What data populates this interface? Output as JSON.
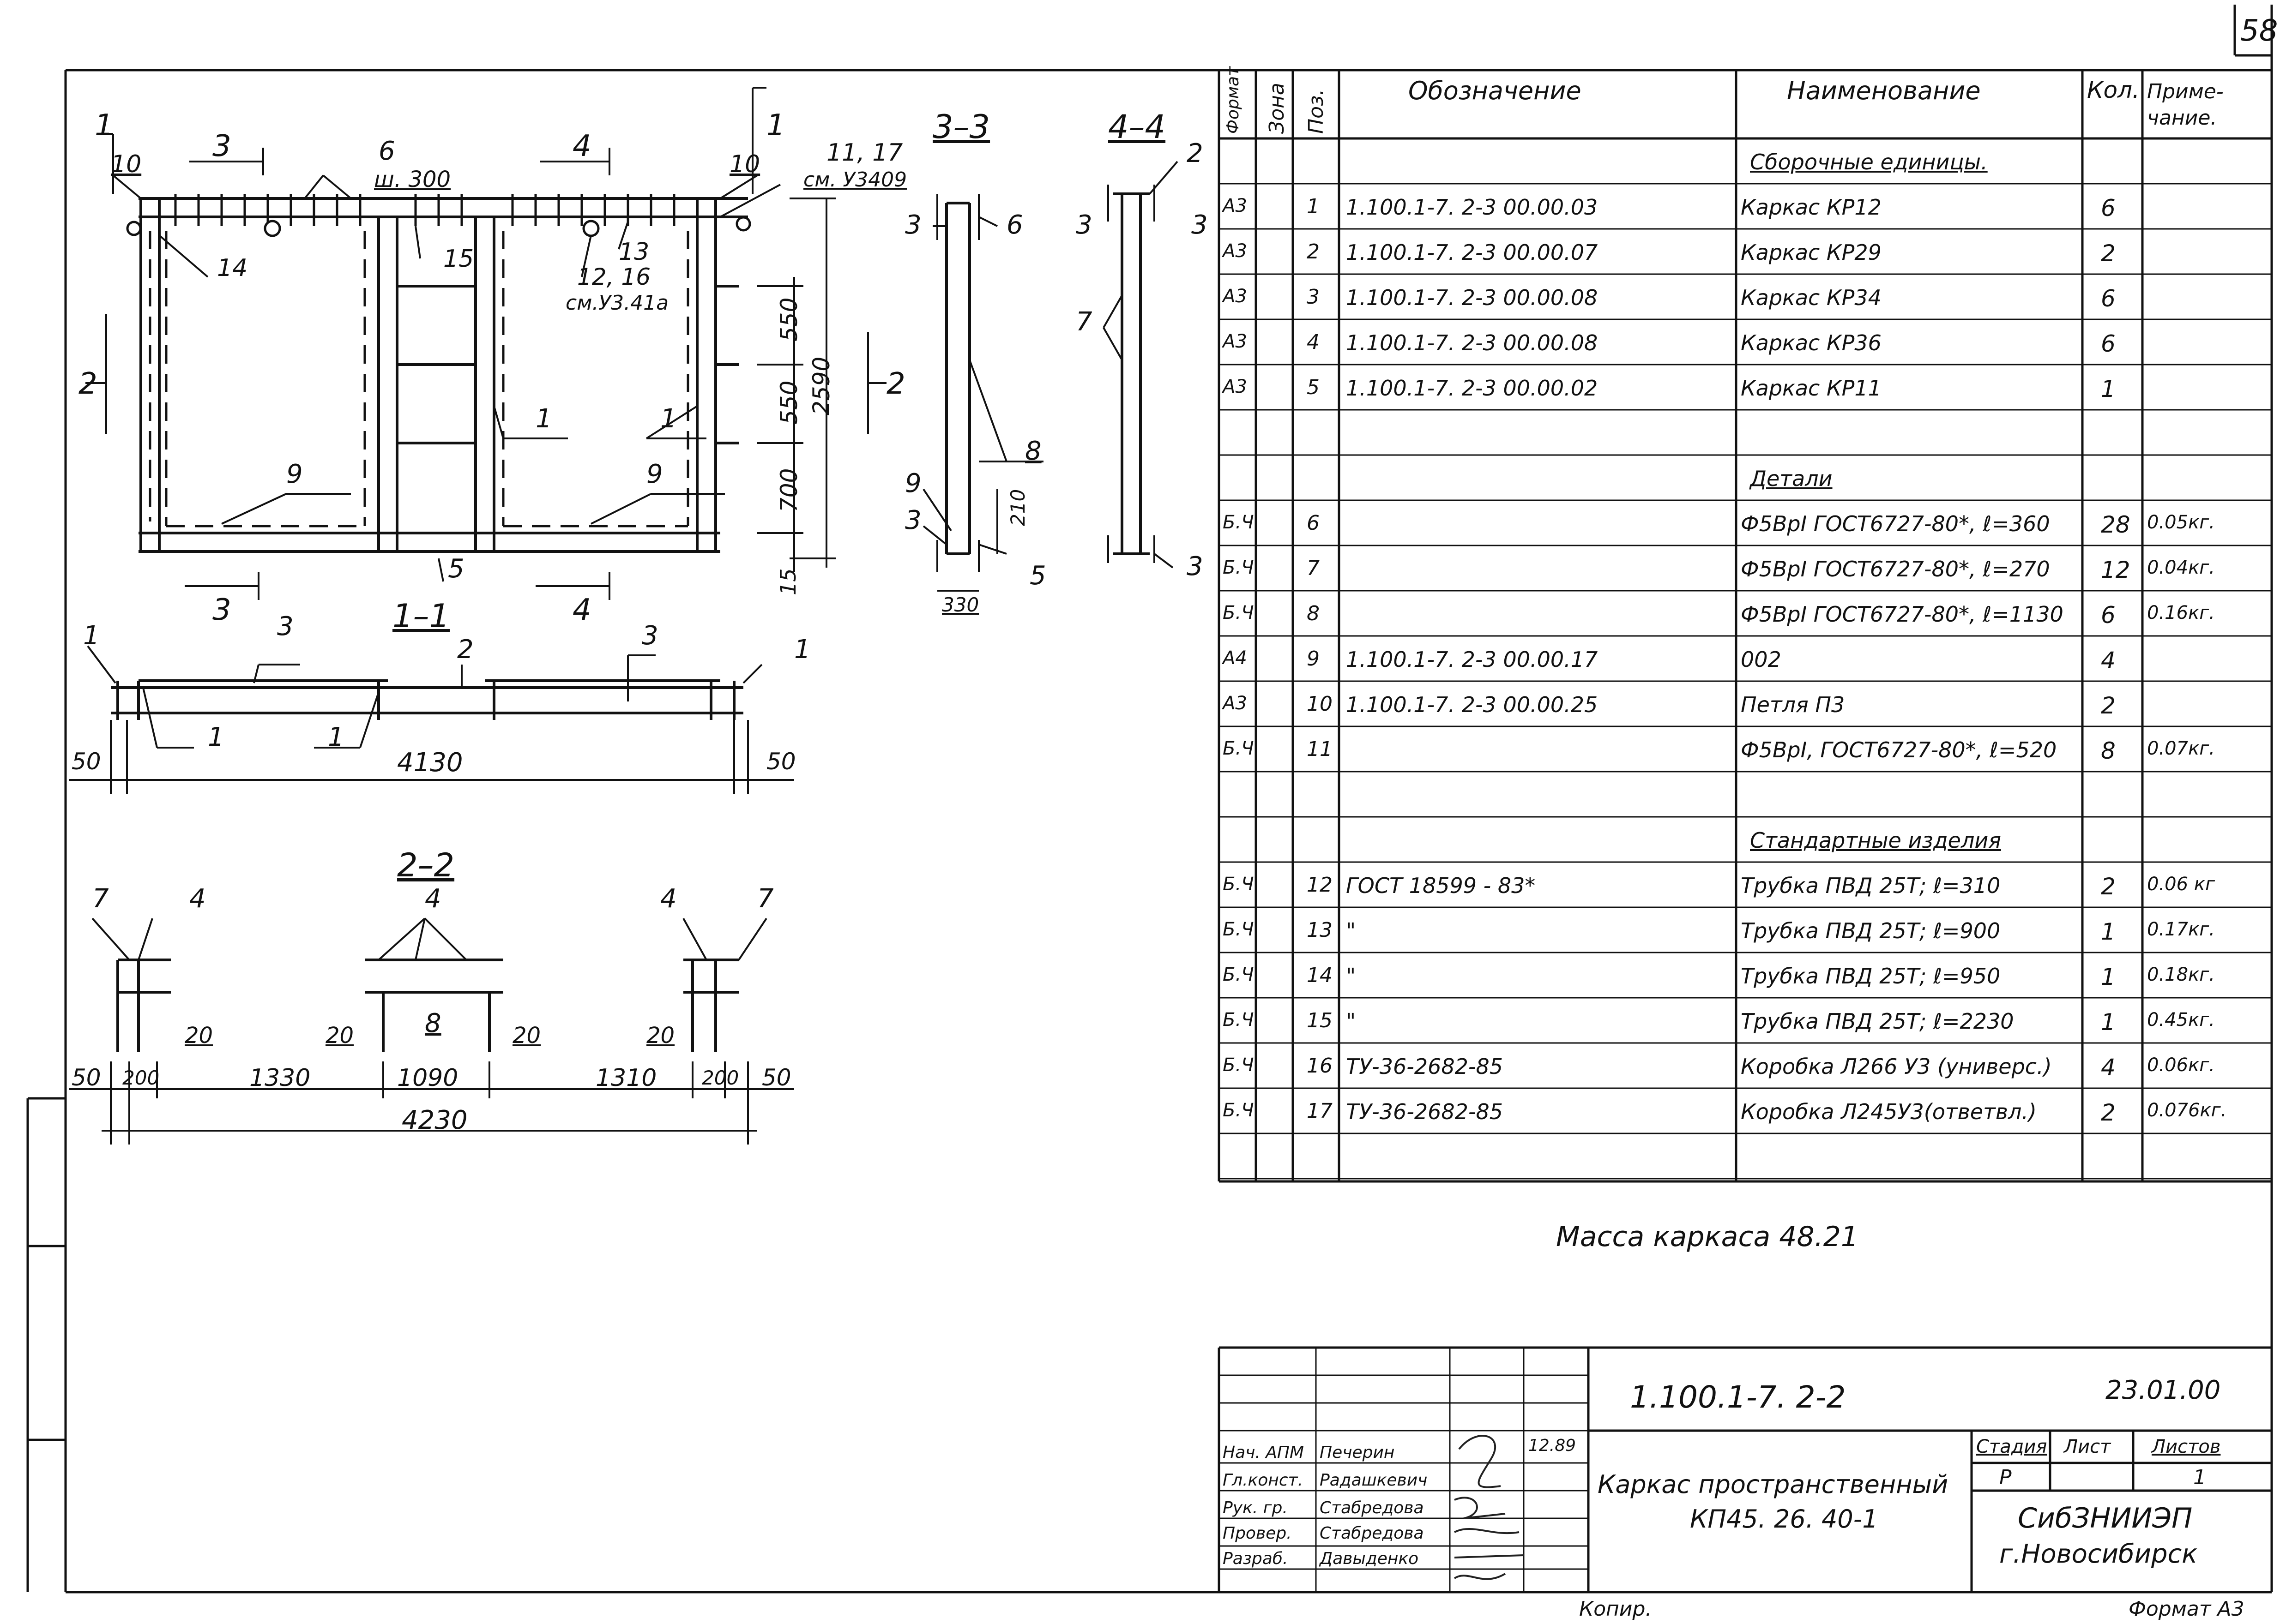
{
  "sheet_number": "58",
  "drawing": {
    "sections": {
      "s11": "1–1",
      "s22": "2–2",
      "s33": "3–3",
      "s44": "4–4"
    },
    "elevation": {
      "cut_marks": {
        "c1": "1",
        "c2": "2",
        "c3": "3",
        "c4": "4"
      },
      "callouts": {
        "p10": "10",
        "p6": "6",
        "w300": "ш. 300",
        "p11_17": "11, 17",
        "see_u3409": "см. У3409",
        "p14": "14",
        "p15": "15",
        "p1216": "12, 16",
        "p13": "13",
        "see_u341a": "см.У3.41а",
        "p1": "1",
        "p9": "9",
        "p5": "5"
      },
      "dims": {
        "d550a": "550",
        "d550b": "550",
        "d700": "700",
        "d2590": "2590",
        "d15": "15"
      }
    },
    "section11": {
      "dims": {
        "d50l": "50",
        "d4130": "4130",
        "d50r": "50"
      },
      "callouts": {
        "p1": "1",
        "p3": "3",
        "p2": "2"
      }
    },
    "section22": {
      "dims": {
        "d50": "50",
        "d200": "200",
        "d1330": "1330",
        "d1090": "1090",
        "d1310": "1310",
        "d200b": "200",
        "d50b": "50",
        "d4230": "4230",
        "d20": "20"
      },
      "callouts": {
        "p7": "7",
        "p4": "4",
        "p8": "8"
      }
    },
    "section33": {
      "callouts": {
        "p3": "3",
        "p6": "6",
        "p8": "8",
        "p9": "9",
        "p5": "5"
      },
      "dims": {
        "d210": "210",
        "d330": "330"
      }
    },
    "section44": {
      "callouts": {
        "p2": "2",
        "p3": "3",
        "p7": "7"
      }
    }
  },
  "spec_table": {
    "headers": {
      "format": "Формат",
      "zone": "Зона",
      "pos": "Поз.",
      "designation": "Обозначение",
      "name": "Наименование",
      "qty": "Кол.",
      "note": "Приме-чание."
    },
    "rows": [
      {
        "format": "",
        "zone": "",
        "pos": "",
        "designation": "",
        "name": "Сборочные единицы.",
        "qty": "",
        "note": "",
        "section": true
      },
      {
        "format": "А3",
        "zone": "",
        "pos": "1",
        "designation": "1.100.1-7. 2-3          00.00.03",
        "name": "Каркас   КР12",
        "qty": "6",
        "note": ""
      },
      {
        "format": "А3",
        "zone": "",
        "pos": "2",
        "designation": "1.100.1-7. 2-3          00.00.07",
        "name": "Каркас   КР29",
        "qty": "2",
        "note": ""
      },
      {
        "format": "А3",
        "zone": "",
        "pos": "3",
        "designation": "1.100.1-7. 2-3          00.00.08",
        "name": "Каркас   КР34",
        "qty": "6",
        "note": ""
      },
      {
        "format": "А3",
        "zone": "",
        "pos": "4",
        "designation": "1.100.1-7. 2-3          00.00.08",
        "name": "Каркас   КР36",
        "qty": "6",
        "note": ""
      },
      {
        "format": "А3",
        "zone": "",
        "pos": "5",
        "designation": "1.100.1-7. 2-3          00.00.02",
        "name": "Каркас   КР11",
        "qty": "1",
        "note": ""
      },
      {
        "format": "",
        "zone": "",
        "pos": "",
        "designation": "",
        "name": "",
        "qty": "",
        "note": ""
      },
      {
        "format": "",
        "zone": "",
        "pos": "",
        "designation": "",
        "name": "Детали",
        "qty": "",
        "note": "",
        "section": true
      },
      {
        "format": "Б.Ч",
        "zone": "",
        "pos": "6",
        "designation": "",
        "name": "Ф5ВрI  ГОСТ6727-80*, ℓ=360",
        "qty": "28",
        "note": "0.05кг."
      },
      {
        "format": "Б.Ч",
        "zone": "",
        "pos": "7",
        "designation": "",
        "name": "Ф5ВрI  ГОСТ6727-80*, ℓ=270",
        "qty": "12",
        "note": "0.04кг."
      },
      {
        "format": "Б.Ч",
        "zone": "",
        "pos": "8",
        "designation": "",
        "name": "Ф5ВрI  ГОСТ6727-80*, ℓ=1130",
        "qty": "6",
        "note": "0.16кг."
      },
      {
        "format": "А4",
        "zone": "",
        "pos": "9",
        "designation": "1.100.1-7. 2-3          00.00.17",
        "name": "002",
        "qty": "4",
        "note": ""
      },
      {
        "format": "А3",
        "zone": "",
        "pos": "10",
        "designation": "1.100.1-7. 2-3          00.00.25",
        "name": "Петля  П3",
        "qty": "2",
        "note": ""
      },
      {
        "format": "Б.Ч",
        "zone": "",
        "pos": "11",
        "designation": "",
        "name": "Ф5ВрI, ГОСТ6727-80*, ℓ=520",
        "qty": "8",
        "note": "0.07кг."
      },
      {
        "format": "",
        "zone": "",
        "pos": "",
        "designation": "",
        "name": "",
        "qty": "",
        "note": ""
      },
      {
        "format": "",
        "zone": "",
        "pos": "",
        "designation": "",
        "name": "Стандартные   изделия",
        "qty": "",
        "note": "",
        "section": true
      },
      {
        "format": "Б.Ч",
        "zone": "",
        "pos": "12",
        "designation": "ГОСТ 18599 - 83*",
        "name": "Трубка ПВД 25Т;  ℓ=310",
        "qty": "2",
        "note": "0.06 кг"
      },
      {
        "format": "Б.Ч",
        "zone": "",
        "pos": "13",
        "designation": "\"",
        "name": "Трубка ПВД 25Т; ℓ=900",
        "qty": "1",
        "note": "0.17кг."
      },
      {
        "format": "Б.Ч",
        "zone": "",
        "pos": "14",
        "designation": "\"",
        "name": "Трубка ПВД 25Т; ℓ=950",
        "qty": "1",
        "note": "0.18кг."
      },
      {
        "format": "Б.Ч",
        "zone": "",
        "pos": "15",
        "designation": "\"",
        "name": "Трубка ПВД 25Т; ℓ=2230",
        "qty": "1",
        "note": "0.45кг."
      },
      {
        "format": "Б.Ч",
        "zone": "",
        "pos": "16",
        "designation": "ТУ-36-2682-85",
        "name": "Коробка Л266 У3 (универс.)",
        "qty": "4",
        "note": "0.06кг."
      },
      {
        "format": "Б.Ч",
        "zone": "",
        "pos": "17",
        "designation": "ТУ-36-2682-85",
        "name": "Коробка Л245У3(ответвл.)",
        "qty": "2",
        "note": "0.076кг."
      },
      {
        "format": "",
        "zone": "",
        "pos": "",
        "designation": "",
        "name": "",
        "qty": "",
        "note": ""
      }
    ]
  },
  "mass_note": "Масса  каркаса  48.21",
  "title_block": {
    "code": "1.100.1-7. 2-2",
    "date": "23.01.00",
    "title_line1": "Каркас пространственный",
    "title_line2": "КП45. 26. 40-1",
    "stage_label": "Стадия",
    "sheet_label": "Лист",
    "sheets_label": "Листов",
    "stage": "Р",
    "sheets": "1",
    "org_line1": "СибЗНИИЭП",
    "org_line2": "г.Новосибирск",
    "signature_date": "12.89",
    "roles": [
      {
        "role": "Нач. АПМ",
        "name": "Печерин"
      },
      {
        "role": "Гл.конст.",
        "name": "Радашкевич"
      },
      {
        "role": "Рук. гр.",
        "name": "Стабредова"
      },
      {
        "role": "Провер.",
        "name": "Стабредова"
      },
      {
        "role": "Разраб.",
        "name": "Давыденко"
      }
    ]
  },
  "footer": {
    "copy": "Копир.",
    "format": "Формат А3"
  }
}
